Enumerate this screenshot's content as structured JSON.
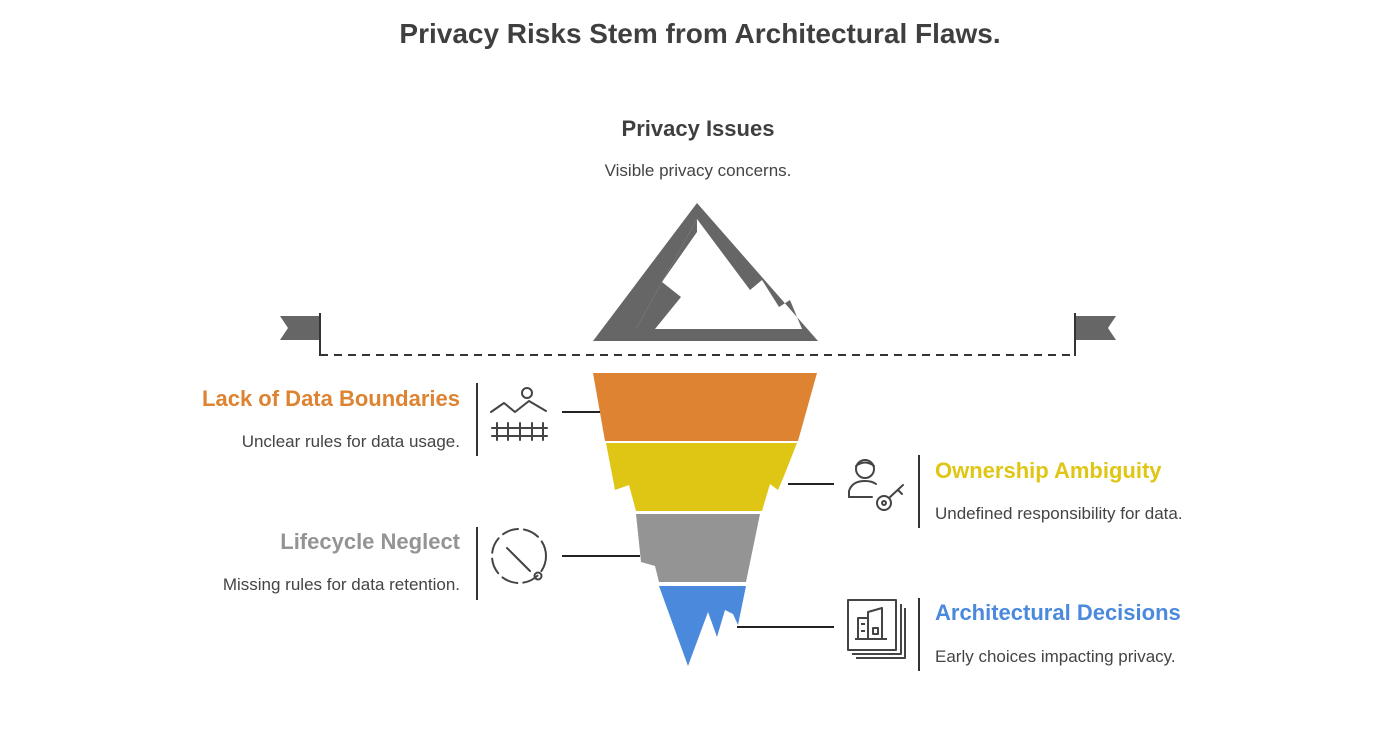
{
  "page_title": "Privacy Risks Stem from Architectural Flaws.",
  "tip": {
    "title": "Privacy Issues",
    "description": "Visible privacy concerns."
  },
  "layers": [
    {
      "title": "Lack of Data Boundaries",
      "description": "Unclear rules for data usage.",
      "color": "#dd8331",
      "icon": "fence-landscape-icon",
      "side": "left"
    },
    {
      "title": "Ownership Ambiguity",
      "description": "Undefined responsibility for data.",
      "color": "#dfc615",
      "icon": "person-key-icon",
      "side": "right"
    },
    {
      "title": "Lifecycle Neglect",
      "description": "Missing rules for data retention.",
      "color": "#949494",
      "icon": "dashed-cycle-icon",
      "side": "left"
    },
    {
      "title": "Architectural Decisions",
      "description": "Early choices impacting privacy.",
      "color": "#4b89dc",
      "icon": "blueprint-documents-icon",
      "side": "right"
    }
  ],
  "colors": {
    "mountain": "#666666",
    "flag": "#666666",
    "waterline": "#333333",
    "connector": "#222222"
  }
}
